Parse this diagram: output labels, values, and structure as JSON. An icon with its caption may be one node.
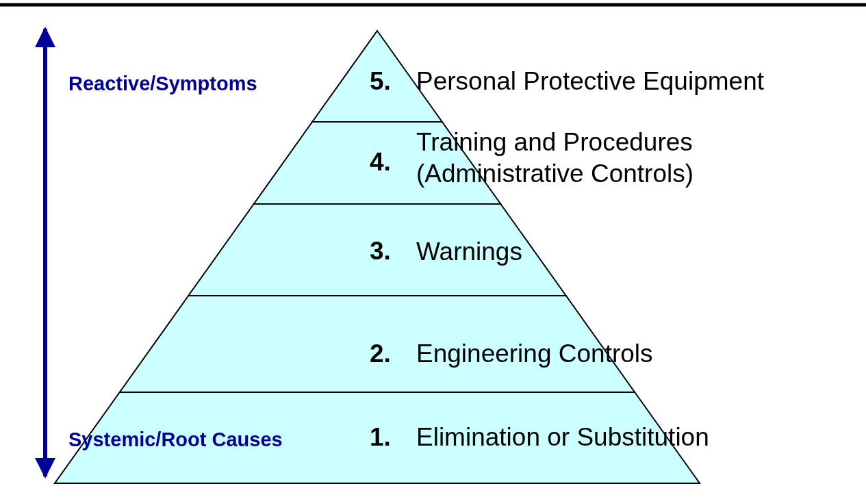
{
  "diagram": {
    "nodes": [
      {
        "text": [
          "5.",
          "Personal Protective Equipment"
        ]
      },
      {
        "text": [
          "4.",
          "Training and Procedures (Administrative Controls)"
        ]
      },
      {
        "text": [
          "3.",
          "Warnings"
        ]
      },
      {
        "text": [
          "2.",
          "Engineering Controls"
        ]
      },
      {
        "text": [
          "1.",
          "Elimination or Substitution"
        ]
      }
    ],
    "labels": [
      "Reactive/Symptoms",
      "Systemic/Root Causes"
    ]
  }
}
